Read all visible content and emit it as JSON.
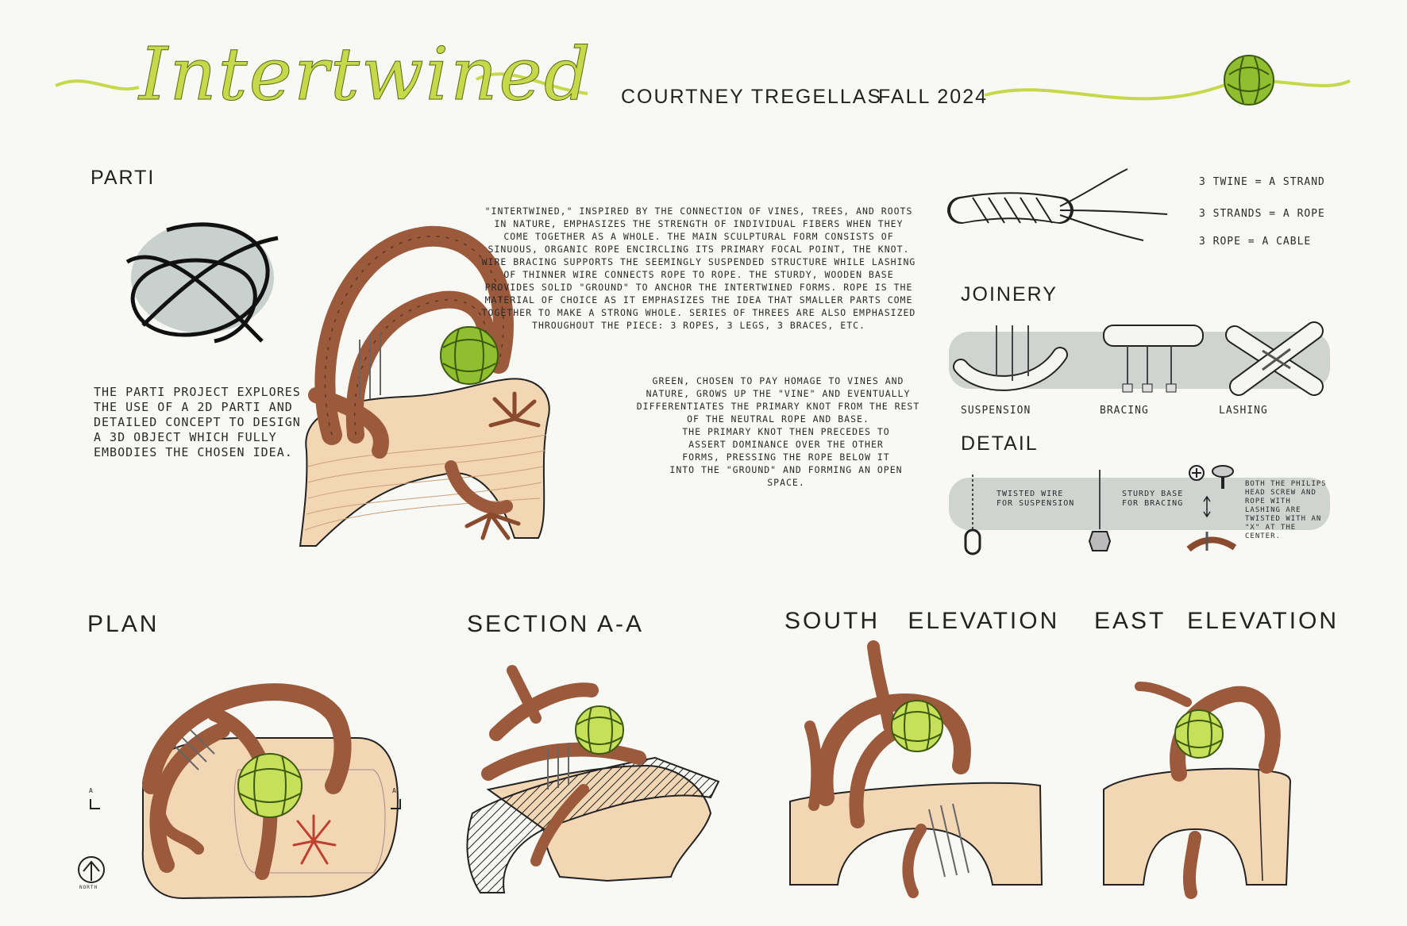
{
  "header": {
    "title": "Intertwined",
    "author": "COURTNEY TREGELLAS",
    "term": "FALL 2024"
  },
  "parti": {
    "heading": "PARTI",
    "description": "THE PARTI PROJECT EXPLORES THE USE OF A 2D PARTI AND DETAILED CONCEPT TO DESIGN A 3D OBJECT WHICH FULLY EMBODIES THE CHOSEN IDEA."
  },
  "concept": {
    "paragraph1": "\"INTERTWINED,\" INSPIRED BY THE CONNECTION OF VINES, TREES, AND ROOTS IN NATURE, EMPHASIZES THE STRENGTH OF INDIVIDUAL FIBERS WHEN THEY COME TOGETHER AS A WHOLE. THE MAIN SCULPTURAL FORM CONSISTS OF SINUOUS, ORGANIC ROPE ENCIRCLING ITS PRIMARY FOCAL POINT, THE KNOT. WIRE BRACING SUPPORTS THE SEEMINGLY SUSPENDED STRUCTURE WHILE LASHING OF THINNER WIRE CONNECTS ROPE TO ROPE. THE STURDY, WOODEN BASE PROVIDES SOLID \"GROUND\" TO ANCHOR THE INTERTWINED FORMS. ROPE IS THE MATERIAL OF CHOICE AS IT EMPHASIZES THE IDEA THAT SMALLER PARTS COME TOGETHER TO MAKE A STRONG WHOLE. SERIES OF THREES ARE ALSO EMPHASIZED THROUGHOUT THE PIECE: 3 ROPES, 3 LEGS, 3 BRACES, ETC.",
    "paragraph2": "GREEN, CHOSEN TO PAY HOMAGE TO VINES AND NATURE, GROWS UP THE \"VINE\" AND EVENTUALLY DIFFERENTIATES THE PRIMARY KNOT FROM THE REST OF THE NEUTRAL ROPE AND BASE.",
    "paragraph3": "THE PRIMARY KNOT THEN PRECEDES TO ASSERT DOMINANCE OVER THE OTHER FORMS, PRESSING THE ROPE BELOW IT INTO THE \"GROUND\" AND FORMING AN OPEN SPACE."
  },
  "rope_legend": {
    "items": [
      "3 TWINE = A STRAND",
      "3 STRANDS = A ROPE",
      "3 ROPE = A CABLE"
    ]
  },
  "joinery": {
    "heading": "JOINERY",
    "labels": [
      "SUSPENSION",
      "BRACING",
      "LASHING"
    ]
  },
  "detail": {
    "heading": "DETAIL",
    "notes": [
      "TWISTED WIRE FOR SUSPENSION",
      "STURDY BASE FOR BRACING",
      "BOTH THE PHILIPS HEAD SCREW AND ROPE WITH LASHING ARE TWISTED WITH AN \"X\" AT THE CENTER."
    ]
  },
  "views": {
    "plan": "PLAN",
    "section": "SECTION A-A",
    "south": "SOUTH ELEVATION",
    "east": "EAST ELEVATION",
    "section_marker": "A",
    "north_label": "NORTH"
  },
  "colors": {
    "accent_green": "#c6d94a",
    "knot_green": "#8fbe2e",
    "rope_brown": "#9b5a3c",
    "wood_base": "#f3d7b4",
    "gray_band": "#cfd4d0",
    "parti_fill": "#c9d1ce"
  }
}
